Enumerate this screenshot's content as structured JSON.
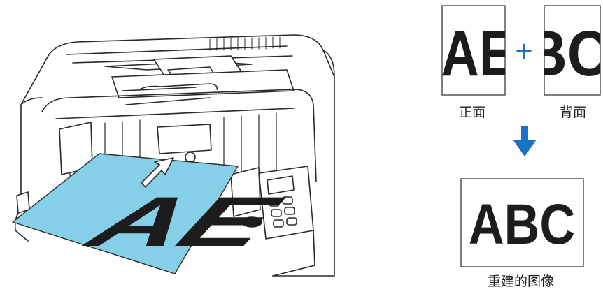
{
  "figure": {
    "scanner_sheet_text": "AE",
    "front_page_text": "AE",
    "back_page_text": "BC",
    "plus_symbol": "+",
    "result_page_text": "ABC",
    "label_front": "正面",
    "label_back": "背面",
    "label_result": "重建的图像"
  },
  "colors": {
    "paper_blue": "#86cfe9",
    "arrow_blue": "#1a73c2",
    "ink": "#1c1c1c",
    "outline": "#2a2a2a"
  },
  "icons": {
    "insert_arrow": "double-arrow-insert-icon",
    "down_arrow": "arrow-down-icon",
    "plus": "plus-icon"
  }
}
